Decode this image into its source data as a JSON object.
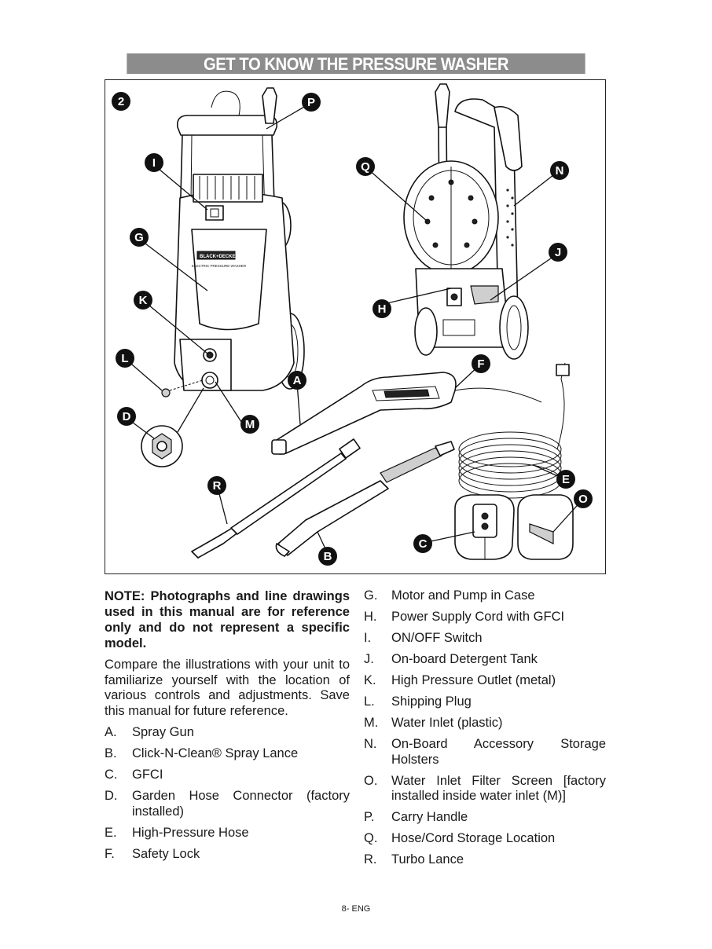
{
  "header": {
    "title": "GET TO KNOW THE PRESSURE WASHER"
  },
  "figure": {
    "number": "2",
    "callouts": [
      "P",
      "I",
      "Q",
      "N",
      "G",
      "J",
      "K",
      "H",
      "L",
      "F",
      "A",
      "D",
      "M",
      "R",
      "E",
      "O",
      "C",
      "B"
    ],
    "brand_text": "BLACK+DECKER",
    "product_text": "ELECTRIC PRESSURE WASHER"
  },
  "note": "NOTE: Photographs and line drawings used in this manual are for reference only and do not represent a specific model.",
  "intro": "Compare the illustrations with your unit to familiarize yourself with the location of various controls and adjustments. Save this manual for future reference.",
  "parts_left": [
    {
      "letter": "A.",
      "text": "Spray Gun"
    },
    {
      "letter": "B.",
      "text": "Click-N-Clean® Spray Lance"
    },
    {
      "letter": "C.",
      "text": "GFCI"
    },
    {
      "letter": "D.",
      "text": "Garden Hose Connector (factory installed)"
    },
    {
      "letter": "E.",
      "text": "High-Pressure Hose"
    },
    {
      "letter": "F.",
      "text": "Safety Lock"
    }
  ],
  "parts_right": [
    {
      "letter": "G.",
      "text": "Motor and Pump in Case"
    },
    {
      "letter": "H.",
      "text": "Power Supply Cord with GFCI"
    },
    {
      "letter": "I.",
      "text": "ON/OFF Switch"
    },
    {
      "letter": "J.",
      "text": "On-board Detergent Tank"
    },
    {
      "letter": "K.",
      "text": "High Pressure Outlet (metal)"
    },
    {
      "letter": "L.",
      "text": "Shipping Plug"
    },
    {
      "letter": "M.",
      "text": "Water Inlet (plastic)"
    },
    {
      "letter": "N.",
      "text": "On-Board Accessory Storage Holsters"
    },
    {
      "letter": "O.",
      "text": "Water Inlet Filter Screen [factory installed inside water inlet (M)]"
    },
    {
      "letter": "P.",
      "text": "Carry Handle"
    },
    {
      "letter": "Q.",
      "text": "Hose/Cord Storage Location"
    },
    {
      "letter": "R.",
      "text": "Turbo Lance"
    }
  ],
  "footer": {
    "page": "8- ENG"
  }
}
